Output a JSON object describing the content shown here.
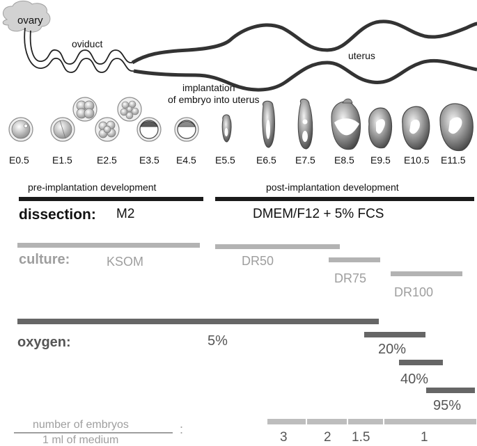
{
  "anatomy": {
    "ovary": "ovary",
    "oviduct": "oviduct",
    "uterus": "uterus",
    "implantation_line1": "implantation",
    "implantation_line2": "of embryo into uterus"
  },
  "stages": [
    "E0.5",
    "E1.5",
    "E2.5",
    "E3.5",
    "E4.5",
    "E5.5",
    "E6.5",
    "E7.5",
    "E8.5",
    "E9.5",
    "E10.5",
    "E11.5"
  ],
  "phases": {
    "pre": "pre-implantation development",
    "post": "post-implantation development"
  },
  "dissection": {
    "label": "dissection:",
    "pre_medium": "M2",
    "post_medium": "DMEM/F12 + 5% FCS"
  },
  "culture": {
    "label": "culture:",
    "media": [
      "KSOM",
      "DR50",
      "DR75",
      "DR100"
    ]
  },
  "oxygen": {
    "label": "oxygen:",
    "levels": [
      "5%",
      "20%",
      "40%",
      "95%"
    ]
  },
  "embryos": {
    "label_top": "number of embryos",
    "label_bottom": "1 ml of medium",
    "colon": ":",
    "counts": [
      "3",
      "2",
      "1.5",
      "1"
    ]
  },
  "colors": {
    "dark_bar": "#1a1a1a",
    "culture_bar": "#b3b3b3",
    "oxygen_bar": "#666666",
    "embryo_bar": "#bdbdbd"
  }
}
